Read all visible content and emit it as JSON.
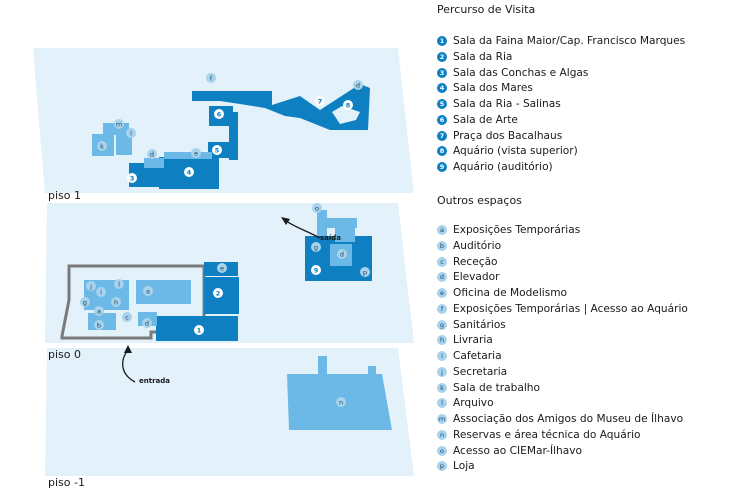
{
  "floors": [
    {
      "id": "piso1",
      "label": "piso 1"
    },
    {
      "id": "piso0",
      "label": "piso 0"
    },
    {
      "id": "pisom1",
      "label": "piso -1"
    }
  ],
  "annotations": {
    "saida": "saída",
    "entrada": "entrada"
  },
  "legend": {
    "route_title": "Percurso de Visita",
    "route_items": [
      {
        "key": "1",
        "label": "Sala da Faina Maior/Cap. Francisco Marques"
      },
      {
        "key": "2",
        "label": "Sala da Ria"
      },
      {
        "key": "3",
        "label": "Sala das Conchas e Algas"
      },
      {
        "key": "4",
        "label": "Sala dos Mares"
      },
      {
        "key": "5",
        "label": "Sala da Ria - Salinas"
      },
      {
        "key": "6",
        "label": "Sala de Arte"
      },
      {
        "key": "7",
        "label": "Praça dos Bacalhaus"
      },
      {
        "key": "8",
        "label": "Aquário (vista superior)"
      },
      {
        "key": "9",
        "label": "Aquário (auditório)"
      }
    ],
    "other_title": "Outros espaços",
    "other_items": [
      {
        "key": "a",
        "label": "Exposições Temporárias"
      },
      {
        "key": "b",
        "label": "Auditório"
      },
      {
        "key": "c",
        "label": "Receção"
      },
      {
        "key": "d",
        "label": "Elevador"
      },
      {
        "key": "e",
        "label": "Oficina de Modelismo"
      },
      {
        "key": "f",
        "label": "Exposições Temporárias | Acesso ao Aquário"
      },
      {
        "key": "g",
        "label": "Sanitários"
      },
      {
        "key": "h",
        "label": "Livraria"
      },
      {
        "key": "i",
        "label": "Cafetaria"
      },
      {
        "key": "j",
        "label": "Secretaria"
      },
      {
        "key": "k",
        "label": "Sala de trabalho"
      },
      {
        "key": "l",
        "label": "Arquivo"
      },
      {
        "key": "m",
        "label": "Associação dos Amigos do Museu de Ílhavo"
      },
      {
        "key": "n",
        "label": "Reservas e área técnica do Aquário"
      },
      {
        "key": "o",
        "label": "Acesso ao CIEMar-Ílhavo"
      },
      {
        "key": "p",
        "label": "Loja"
      }
    ]
  },
  "colors": {
    "floor": "#e3f1fb",
    "room_dark": "#0e7fc1",
    "room_light": "#6cb8e6",
    "badge_light": "#a7d3ec",
    "wall": "#7a7a7a"
  }
}
